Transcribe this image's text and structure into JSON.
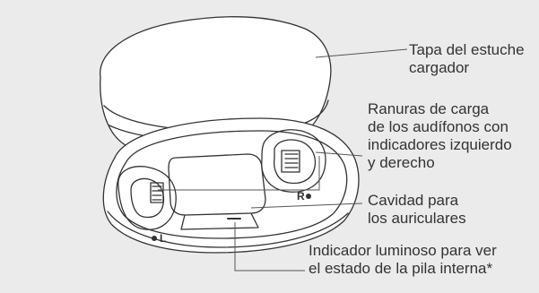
{
  "colors": {
    "background": "#ebebeb",
    "line": "#333333",
    "case_fill": "#ffffff"
  },
  "labels": {
    "lid": [
      "Tapa del estuche",
      "cargador"
    ],
    "slots": [
      "Ranuras de carga",
      "de los audífonos con",
      "indicadores izquierdo",
      "y derecho"
    ],
    "cavity": [
      "Cavidad para",
      "los auriculares"
    ],
    "indicator": [
      "Indicador luminoso para ver",
      "el estado de la pila interna*"
    ]
  },
  "markers": {
    "left": "L",
    "right": "R"
  }
}
